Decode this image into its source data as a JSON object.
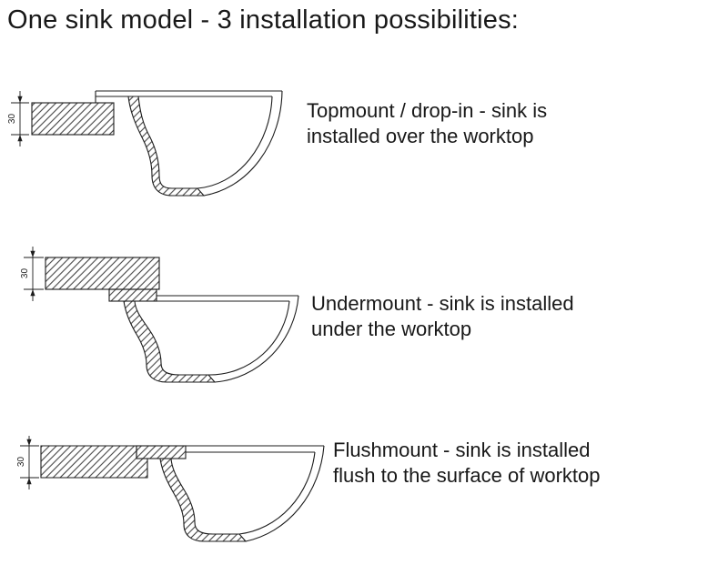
{
  "title": "One sink model - 3 installation possibilities:",
  "diagrams": [
    {
      "id": "topmount",
      "dimension_label": "30",
      "caption_lines": [
        "Topmount / drop-in - sink is",
        "installed over the worktop"
      ]
    },
    {
      "id": "undermount",
      "dimension_label": "30",
      "caption_lines": [
        "Undermount - sink is installed",
        "under the worktop"
      ]
    },
    {
      "id": "flushmount",
      "dimension_label": "30",
      "caption_lines": [
        "Flushmount - sink is installed",
        "flush to the surface of worktop"
      ]
    }
  ],
  "colors": {
    "ink": "#1c1c1c",
    "background": "#ffffff"
  }
}
